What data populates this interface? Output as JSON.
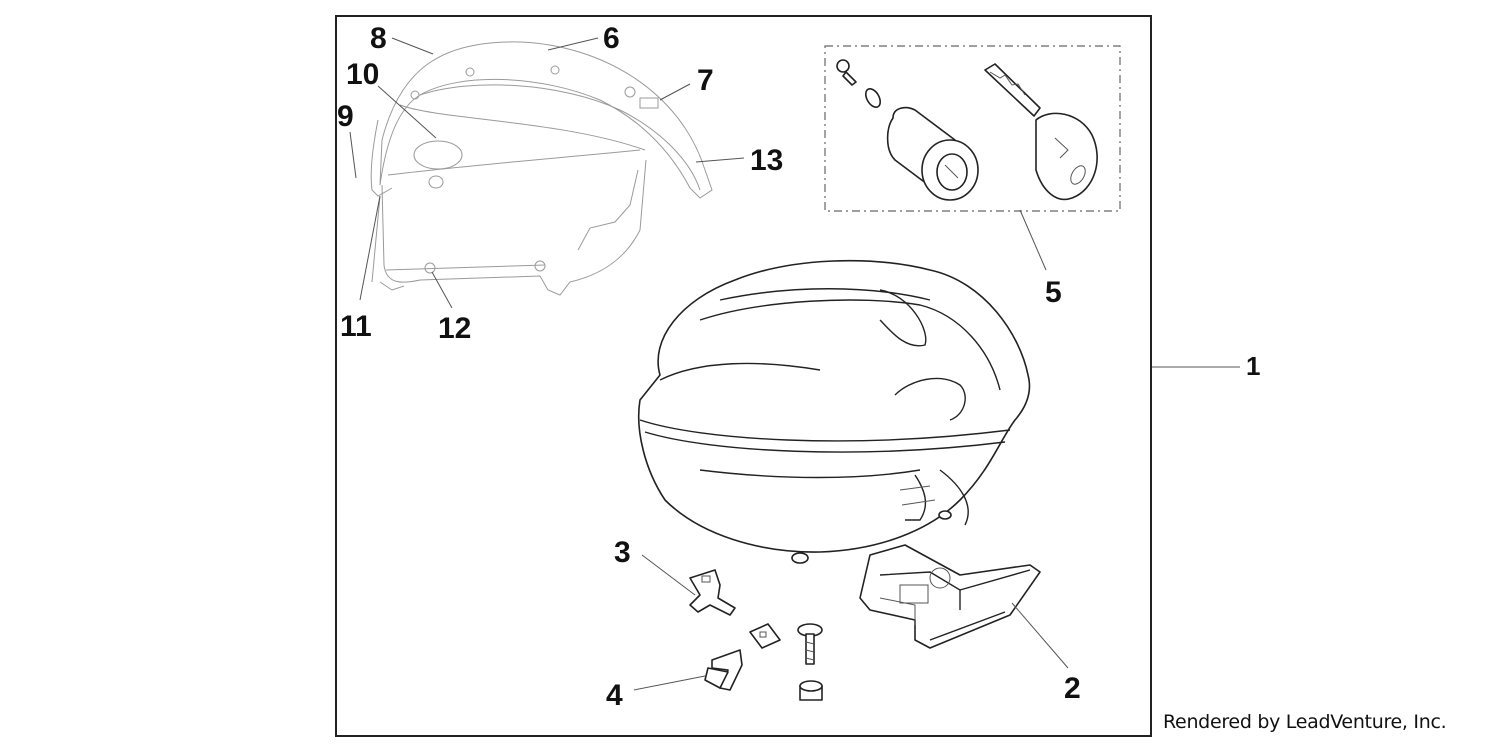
{
  "diagram": {
    "callouts": [
      {
        "id": "c1",
        "label": "1"
      },
      {
        "id": "c2",
        "label": "2"
      },
      {
        "id": "c3",
        "label": "3"
      },
      {
        "id": "c4",
        "label": "4"
      },
      {
        "id": "c5",
        "label": "5"
      },
      {
        "id": "c6",
        "label": "6"
      },
      {
        "id": "c7",
        "label": "7"
      },
      {
        "id": "c8",
        "label": "8"
      },
      {
        "id": "c9",
        "label": "9"
      },
      {
        "id": "c10",
        "label": "10"
      },
      {
        "id": "c11",
        "label": "11"
      },
      {
        "id": "c12",
        "label": "12"
      },
      {
        "id": "c13",
        "label": "13"
      }
    ]
  },
  "footer": {
    "credit": "Rendered by LeadVenture, Inc."
  }
}
